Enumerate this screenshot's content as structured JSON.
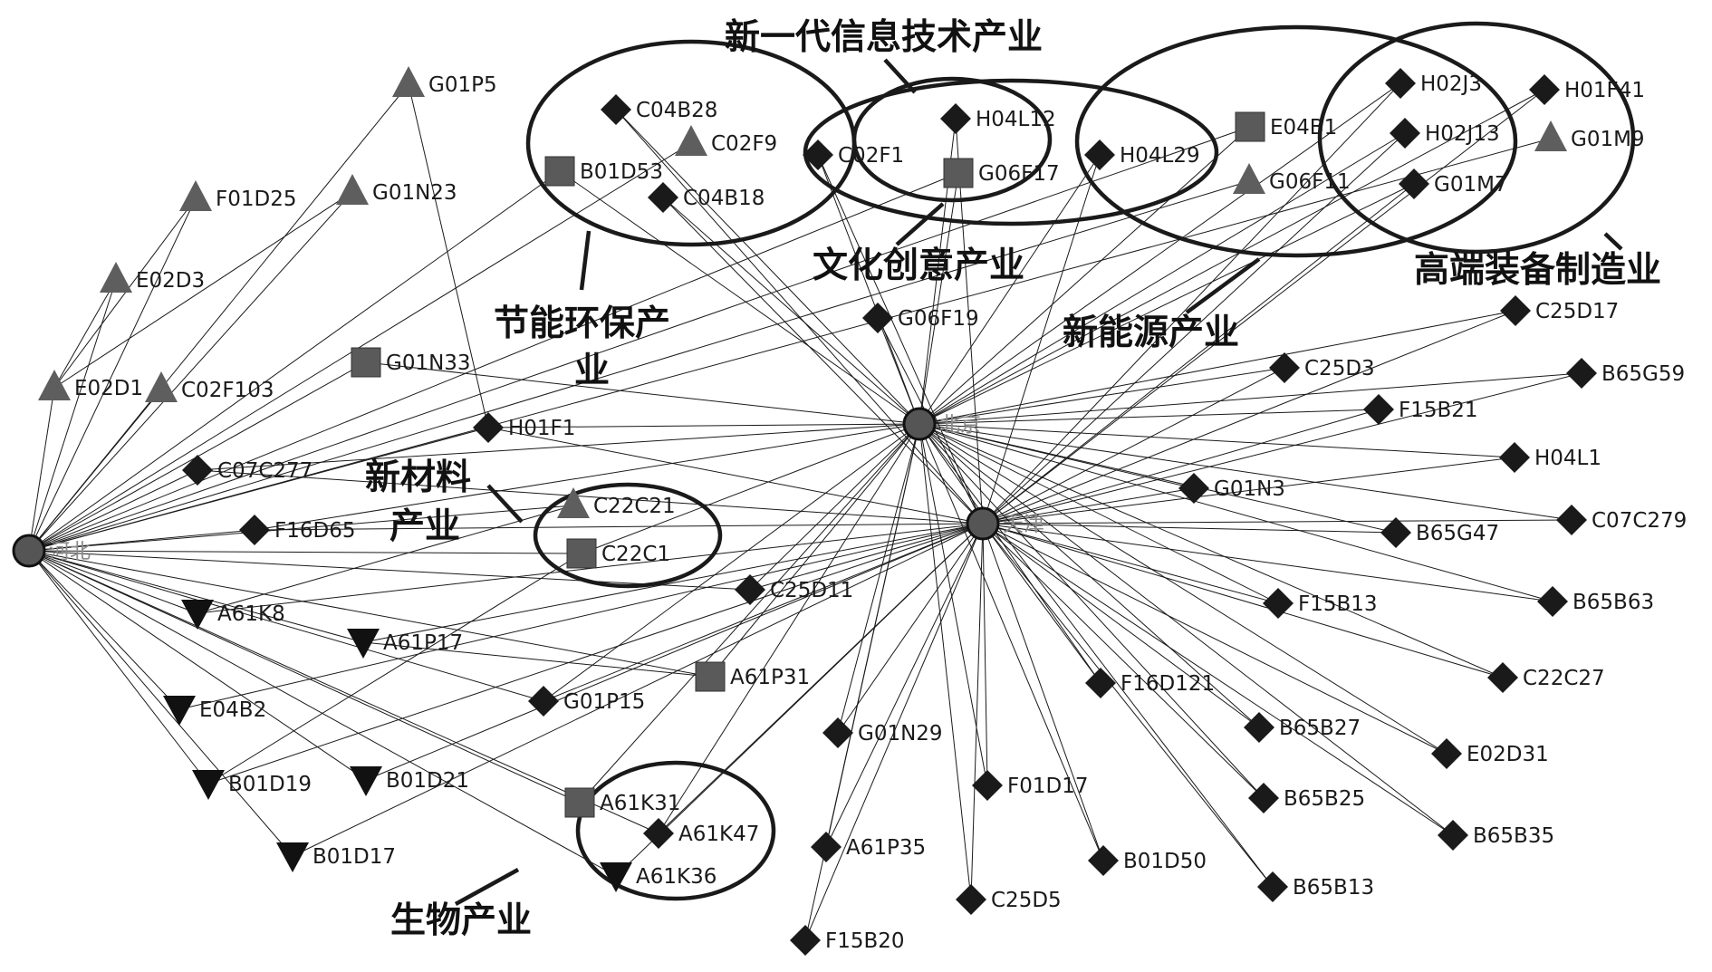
{
  "colors": {
    "diamond": "#1a1a1a",
    "square": "#5a5a5a",
    "triangle_up": "#5e5e5e",
    "triangle_down": "#111111",
    "hub": "#555555",
    "edge": "#1a1a1a"
  },
  "hubs": [
    {
      "id": "hebei",
      "label": "河北"
    },
    {
      "id": "beijing",
      "label": "北京"
    },
    {
      "id": "tianjin",
      "label": "天津"
    }
  ],
  "nodes": [
    {
      "label": "G01P5",
      "shape": "triangle_up",
      "hubs": [
        "hebei"
      ]
    },
    {
      "label": "F01D25",
      "shape": "triangle_up",
      "hubs": [
        "hebei"
      ]
    },
    {
      "label": "G01N23",
      "shape": "triangle_up",
      "hubs": [
        "hebei"
      ]
    },
    {
      "label": "E02D3",
      "shape": "triangle_up",
      "hubs": [
        "hebei"
      ]
    },
    {
      "label": "E02D1",
      "shape": "triangle_up",
      "hubs": [
        "hebei"
      ]
    },
    {
      "label": "C02F103",
      "shape": "triangle_up",
      "hubs": [
        "hebei"
      ]
    },
    {
      "label": "G01N33",
      "shape": "square",
      "hubs": [
        "hebei",
        "beijing"
      ]
    },
    {
      "label": "H01F1",
      "shape": "diamond",
      "hubs": [
        "hebei",
        "beijing",
        "tianjin"
      ]
    },
    {
      "label": "C07C277",
      "shape": "diamond",
      "hubs": [
        "hebei",
        "beijing",
        "tianjin"
      ]
    },
    {
      "label": "F16D65",
      "shape": "diamond",
      "hubs": [
        "hebei",
        "beijing",
        "tianjin"
      ]
    },
    {
      "label": "C04B28",
      "shape": "diamond",
      "hubs": [
        "beijing",
        "tianjin"
      ]
    },
    {
      "label": "C02F9",
      "shape": "triangle_up",
      "hubs": [
        "hebei"
      ]
    },
    {
      "label": "B01D53",
      "shape": "square",
      "hubs": [
        "hebei",
        "beijing"
      ]
    },
    {
      "label": "C04B18",
      "shape": "diamond",
      "hubs": [
        "beijing",
        "tianjin"
      ]
    },
    {
      "label": "C02F1",
      "shape": "diamond",
      "hubs": [
        "beijing",
        "tianjin"
      ]
    },
    {
      "label": "H04L12",
      "shape": "diamond",
      "hubs": [
        "beijing",
        "tianjin"
      ]
    },
    {
      "label": "G06F17",
      "shape": "square",
      "hubs": [
        "hebei",
        "beijing"
      ]
    },
    {
      "label": "H04L29",
      "shape": "diamond",
      "hubs": [
        "beijing",
        "tianjin"
      ]
    },
    {
      "label": "E04B1",
      "shape": "square",
      "hubs": [
        "hebei",
        "beijing"
      ]
    },
    {
      "label": "G06F11",
      "shape": "triangle_up",
      "hubs": [
        "hebei"
      ]
    },
    {
      "label": "H02J3",
      "shape": "diamond",
      "hubs": [
        "beijing",
        "tianjin"
      ]
    },
    {
      "label": "H02J13",
      "shape": "diamond",
      "hubs": [
        "beijing",
        "tianjin"
      ]
    },
    {
      "label": "G01M7",
      "shape": "diamond",
      "hubs": [
        "beijing",
        "tianjin"
      ]
    },
    {
      "label": "H01F41",
      "shape": "diamond",
      "hubs": [
        "beijing",
        "tianjin"
      ]
    },
    {
      "label": "G01M9",
      "shape": "triangle_up",
      "hubs": [
        "hebei"
      ]
    },
    {
      "label": "G06F19",
      "shape": "diamond",
      "hubs": [
        "beijing",
        "tianjin"
      ]
    },
    {
      "label": "C25D17",
      "shape": "diamond",
      "hubs": [
        "beijing",
        "tianjin"
      ]
    },
    {
      "label": "C25D3",
      "shape": "diamond",
      "hubs": [
        "beijing",
        "tianjin"
      ]
    },
    {
      "label": "B65G59",
      "shape": "diamond",
      "hubs": [
        "beijing",
        "tianjin"
      ]
    },
    {
      "label": "F15B21",
      "shape": "diamond",
      "hubs": [
        "beijing",
        "tianjin"
      ]
    },
    {
      "label": "H04L1",
      "shape": "diamond",
      "hubs": [
        "beijing",
        "tianjin"
      ]
    },
    {
      "label": "G01N3",
      "shape": "diamond",
      "hubs": [
        "beijing",
        "tianjin"
      ]
    },
    {
      "label": "C07C279",
      "shape": "diamond",
      "hubs": [
        "beijing",
        "tianjin"
      ]
    },
    {
      "label": "B65G47",
      "shape": "diamond",
      "hubs": [
        "beijing",
        "tianjin"
      ]
    },
    {
      "label": "F15B13",
      "shape": "diamond",
      "hubs": [
        "beijing",
        "tianjin"
      ]
    },
    {
      "label": "B65B63",
      "shape": "diamond",
      "hubs": [
        "beijing",
        "tianjin"
      ]
    },
    {
      "label": "C22C27",
      "shape": "diamond",
      "hubs": [
        "beijing",
        "tianjin"
      ]
    },
    {
      "label": "F16D121",
      "shape": "diamond",
      "hubs": [
        "beijing",
        "tianjin"
      ]
    },
    {
      "label": "B65B27",
      "shape": "diamond",
      "hubs": [
        "beijing",
        "tianjin"
      ]
    },
    {
      "label": "E02D31",
      "shape": "diamond",
      "hubs": [
        "beijing",
        "tianjin"
      ]
    },
    {
      "label": "B65B25",
      "shape": "diamond",
      "hubs": [
        "beijing",
        "tianjin"
      ]
    },
    {
      "label": "B65B35",
      "shape": "diamond",
      "hubs": [
        "beijing",
        "tianjin"
      ]
    },
    {
      "label": "B65B13",
      "shape": "diamond",
      "hubs": [
        "beijing",
        "tianjin"
      ]
    },
    {
      "label": "B01D50",
      "shape": "diamond",
      "hubs": [
        "beijing",
        "tianjin"
      ]
    },
    {
      "label": "F01D17",
      "shape": "diamond",
      "hubs": [
        "beijing",
        "tianjin"
      ]
    },
    {
      "label": "C25D5",
      "shape": "diamond",
      "hubs": [
        "beijing",
        "tianjin"
      ]
    },
    {
      "label": "F15B20",
      "shape": "diamond",
      "hubs": [
        "beijing",
        "tianjin"
      ]
    },
    {
      "label": "A61P35",
      "shape": "diamond",
      "hubs": [
        "beijing",
        "tianjin"
      ]
    },
    {
      "label": "G01N29",
      "shape": "diamond",
      "hubs": [
        "beijing",
        "tianjin"
      ]
    },
    {
      "label": "C25D11",
      "shape": "diamond",
      "hubs": [
        "hebei",
        "beijing",
        "tianjin"
      ]
    },
    {
      "label": "A61P31",
      "shape": "square",
      "hubs": [
        "hebei",
        "beijing"
      ]
    },
    {
      "label": "G01P15",
      "shape": "diamond",
      "hubs": [
        "hebei",
        "beijing",
        "tianjin"
      ]
    },
    {
      "label": "C22C21",
      "shape": "triangle_up",
      "hubs": [
        "hebei"
      ]
    },
    {
      "label": "C22C1",
      "shape": "square",
      "hubs": [
        "hebei",
        "beijing"
      ]
    },
    {
      "label": "A61K31",
      "shape": "square",
      "hubs": [
        "hebei",
        "beijing"
      ]
    },
    {
      "label": "A61K47",
      "shape": "diamond",
      "hubs": [
        "hebei",
        "beijing",
        "tianjin"
      ]
    },
    {
      "label": "A61K36",
      "shape": "triangle_down",
      "hubs": [
        "hebei",
        "tianjin"
      ]
    },
    {
      "label": "A61K8",
      "shape": "triangle_down",
      "hubs": [
        "hebei",
        "tianjin"
      ]
    },
    {
      "label": "A61P17",
      "shape": "triangle_down",
      "hubs": [
        "hebei",
        "tianjin"
      ]
    },
    {
      "label": "E04B2",
      "shape": "triangle_down",
      "hubs": [
        "hebei",
        "tianjin"
      ]
    },
    {
      "label": "B01D19",
      "shape": "triangle_down",
      "hubs": [
        "hebei",
        "tianjin"
      ]
    },
    {
      "label": "B01D21",
      "shape": "triangle_down",
      "hubs": [
        "hebei",
        "tianjin"
      ]
    },
    {
      "label": "B01D17",
      "shape": "triangle_down",
      "hubs": [
        "hebei",
        "tianjin"
      ]
    }
  ],
  "industries": [
    {
      "name": "新一代信息技术产业"
    },
    {
      "name": "节能环保产业",
      "lines": [
        "节能环保产",
        "业"
      ]
    },
    {
      "name": "文化创意产业"
    },
    {
      "name": "新能源产业"
    },
    {
      "name": "高端装备制造业"
    },
    {
      "name": "新材料产业",
      "lines": [
        "新材料",
        "产业"
      ]
    },
    {
      "name": "生物产业"
    }
  ]
}
